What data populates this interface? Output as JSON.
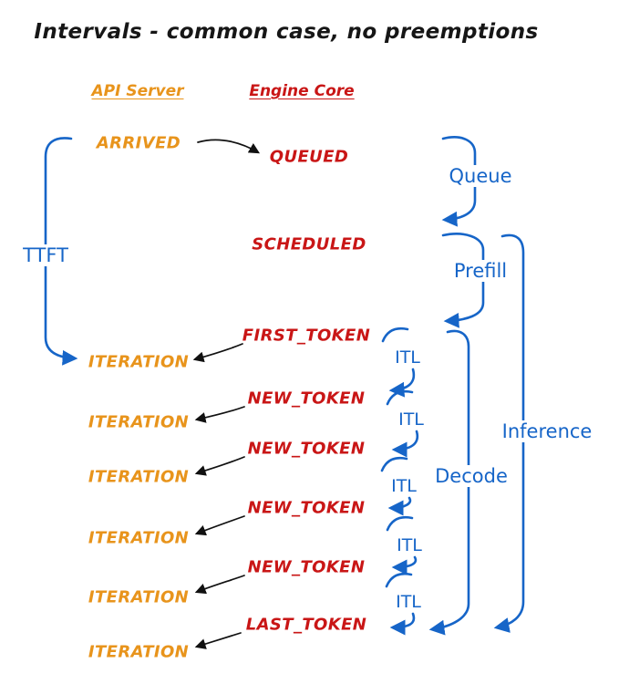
{
  "title": "Intervals - common case, no preemptions",
  "columns": {
    "api_server": "API Server",
    "engine_core": "Engine Core"
  },
  "api_events": {
    "arrived": "ARRIVED",
    "iterations": [
      "ITERATION",
      "ITERATION",
      "ITERATION",
      "ITERATION",
      "ITERATION",
      "ITERATION"
    ]
  },
  "engine_events": {
    "queued": "QUEUED",
    "scheduled": "SCHEDULED",
    "first_token": "FIRST_TOKEN",
    "new_tokens": [
      "NEW_TOKEN",
      "NEW_TOKEN",
      "NEW_TOKEN",
      "NEW_TOKEN"
    ],
    "last_token": "LAST_TOKEN"
  },
  "intervals": {
    "ttft": "TTFT",
    "queue": "Queue",
    "prefill": "Prefill",
    "itl": [
      "ITL",
      "ITL",
      "ITL",
      "ITL",
      "ITL"
    ],
    "decode": "Decode",
    "inference": "Inference"
  },
  "colors": {
    "api": "#E8941C",
    "engine": "#C91616",
    "interval": "#1665C8",
    "arrow": "#111111"
  }
}
